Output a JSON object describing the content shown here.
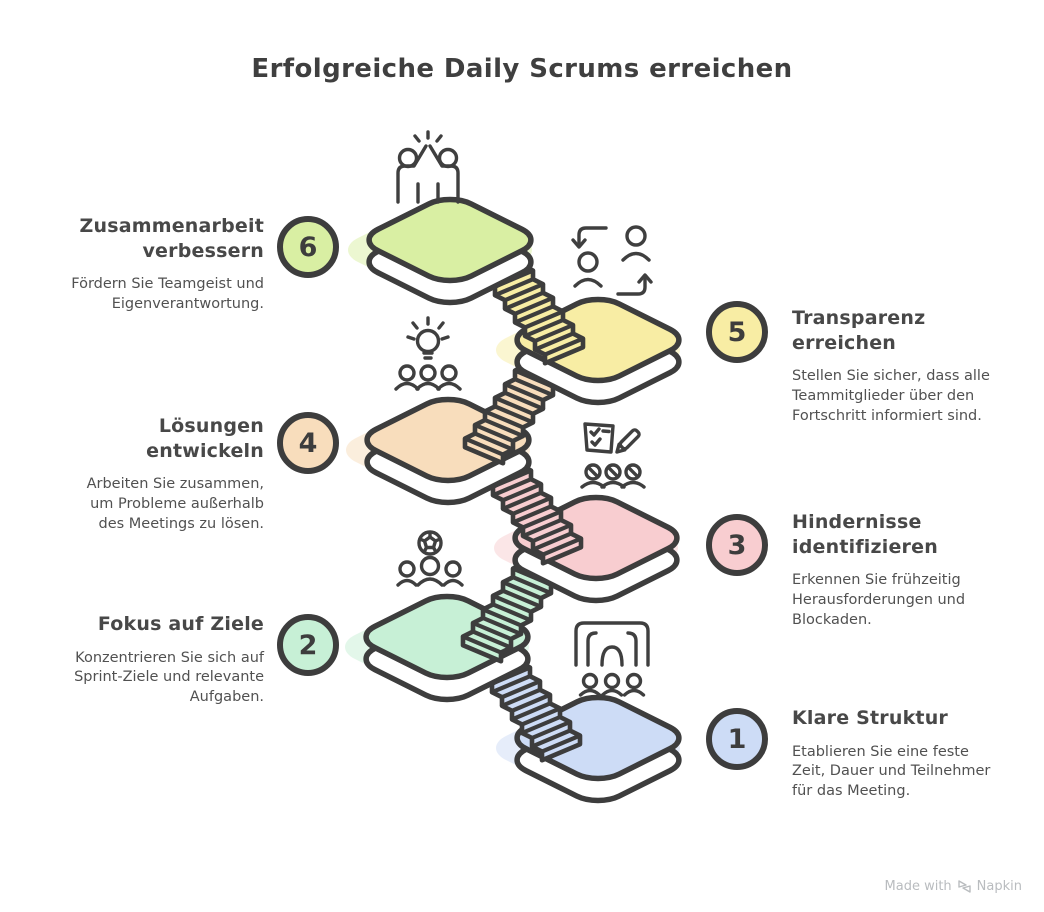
{
  "title": "Erfolgreiche Daily Scrums erreichen",
  "watermark": {
    "text": "Made with",
    "brand": "Napkin"
  },
  "colors": {
    "outline": "#3d3d3d",
    "heading_text": "#484848",
    "body_text": "#515151",
    "watermark_text": "#b9bcbf"
  },
  "steps": [
    {
      "number": "1",
      "side": "right",
      "heading": "Klare Struktur",
      "description": "Etablieren Sie eine feste Zeit, Dauer und Teilnehmer für das Meeting.",
      "color": "#cddcf6",
      "icon": "meeting-structure-icon"
    },
    {
      "number": "2",
      "side": "left",
      "heading": "Fokus auf Ziele",
      "description": "Konzentrieren Sie sich auf Sprint-Ziele und relevante Aufgaben.",
      "color": "#c7f0d6",
      "icon": "goal-ball-team-icon"
    },
    {
      "number": "3",
      "side": "right",
      "heading": "Hindernisse identifizieren",
      "description": "Erkennen Sie frühzeitig Herausforderungen und Blockaden.",
      "color": "#f8cdd0",
      "icon": "checklist-pencil-team-icon"
    },
    {
      "number": "4",
      "side": "left",
      "heading": "Lösungen entwickeln",
      "description": "Arbeiten Sie zusammen, um Probleme außerhalb des Meetings zu lösen.",
      "color": "#f8ddbc",
      "icon": "idea-lightbulb-team-icon"
    },
    {
      "number": "5",
      "side": "right",
      "heading": "Transparenz erreichen",
      "description": "Stellen Sie sicher, dass alle Teammitglieder über den Fortschritt informiert sind.",
      "color": "#f8eda4",
      "icon": "people-exchange-icon"
    },
    {
      "number": "6",
      "side": "left",
      "heading": "Zusammenarbeit verbessern",
      "description": "Fördern Sie Teamgeist und Eigenverantwortung.",
      "color": "#d9efa3",
      "icon": "celebration-high-five-icon"
    }
  ]
}
